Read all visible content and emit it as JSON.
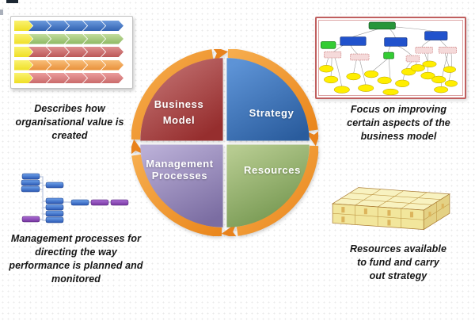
{
  "cycle": {
    "quadrants": [
      {
        "id": "business-model",
        "label": "Business\nModel",
        "color": "#a83c3c"
      },
      {
        "id": "strategy",
        "label": "Strategy",
        "color": "#3a6fb0"
      },
      {
        "id": "management-processes",
        "label": "Management\nProcesses",
        "color": "#8d7fae"
      },
      {
        "id": "resources",
        "label": "Resources",
        "color": "#86a663"
      }
    ],
    "arrow_color": "#ef962d",
    "arrow_head_color": "#e8821c",
    "direction": "clockwise"
  },
  "captions": {
    "business_model": "Describes how\norganisational value is\ncreated",
    "strategy": "Focus on improving\ncertain aspects of the\nbusiness model",
    "management_processes": "Management processes for\ndirecting the way\nperformance is planned and\nmonitored",
    "resources": "Resources available\nto fund and carry\nout strategy"
  },
  "thumbnails": {
    "value_chain_table": {
      "name": "value-chain-chevron-table",
      "rows": 5,
      "chevrons_per_row": 5,
      "row_colors": [
        "#4a7fc9",
        "#a9c97f",
        "#cf6f6f",
        "#f2a258",
        "#d98383"
      ],
      "label_color": "#f2e440"
    },
    "strategy_mind_map": {
      "name": "strategy-mind-map",
      "border_color": "#c05f5f",
      "node_colors": {
        "root": "#27963a",
        "branch": "#2152cc",
        "sub_dashed": "#f5dada",
        "leaf": "#ffee00",
        "highlight": "#33cc33"
      }
    },
    "process_flowchart": {
      "name": "management-process-flowchart",
      "box_colors": [
        "#3f7fd6",
        "#9040b0"
      ]
    },
    "money_stack": {
      "name": "money-stack",
      "color": "#f2e69c"
    }
  }
}
